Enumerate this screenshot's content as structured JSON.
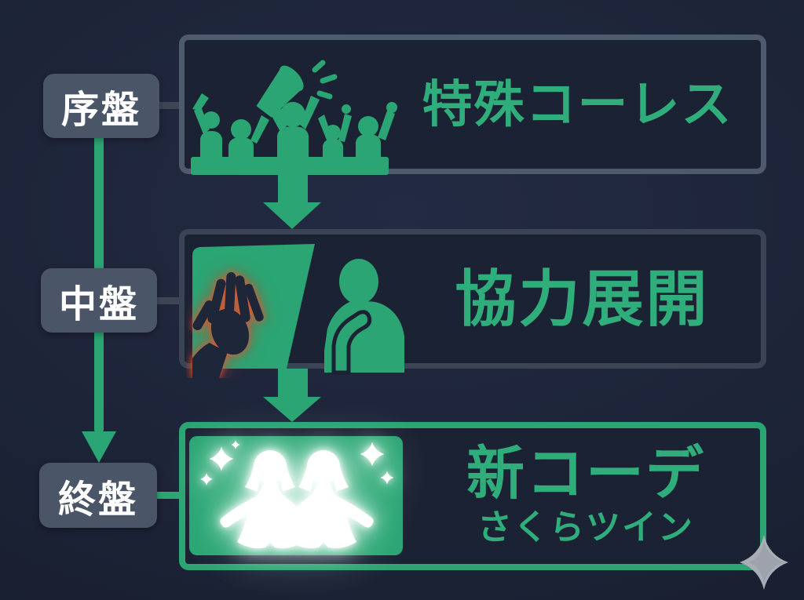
{
  "palette": {
    "background": "#1c2336",
    "green": "#2aa573",
    "green_text": "#2fae7c",
    "label_bg": "#4b5568",
    "label_text": "#ffffff",
    "box1_border": "#4e5a6e",
    "box2_border": "#3b4455",
    "box3_border": "#2aa573",
    "hand_glow_red": "#c8432c",
    "twins_white": "#ffffff",
    "corner_sparkle_gray": "#a9adb6"
  },
  "stages": [
    {
      "label": "序盤"
    },
    {
      "label": "中盤"
    },
    {
      "label": "終盤"
    }
  ],
  "boxes": [
    {
      "title": "特殊コーレス",
      "icon": "crowd-cheering-megaphone-icon"
    },
    {
      "title": "協力展開",
      "icon": "reaching-hand-and-person-icon"
    },
    {
      "title": "新コーデ",
      "subtitle": "さくらツイン",
      "icon": "sparkling-twins-icon"
    }
  ],
  "decorations": {
    "corner_sparkle": "four-point-star-icon"
  }
}
